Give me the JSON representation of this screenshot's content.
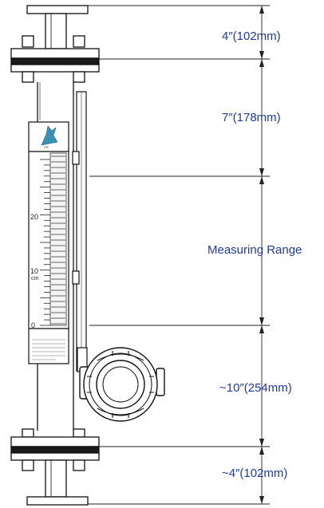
{
  "dimensions": [
    {
      "id": "top-flange",
      "label": "4″(102mm)"
    },
    {
      "id": "upper-gap",
      "label": "7″(178mm)"
    },
    {
      "id": "measuring-range",
      "label": "Measuring Range"
    },
    {
      "id": "switch-section",
      "label": "~10″(254mm)"
    },
    {
      "id": "bottom-flange",
      "label": "~4″(102mm)"
    }
  ],
  "scale": {
    "tick_labels": [
      "20",
      "10",
      "0"
    ],
    "unit": "cm"
  },
  "colors": {
    "dimension_text": "#1f3a9c",
    "line": "#111111",
    "logo": "#3a8fb5"
  }
}
